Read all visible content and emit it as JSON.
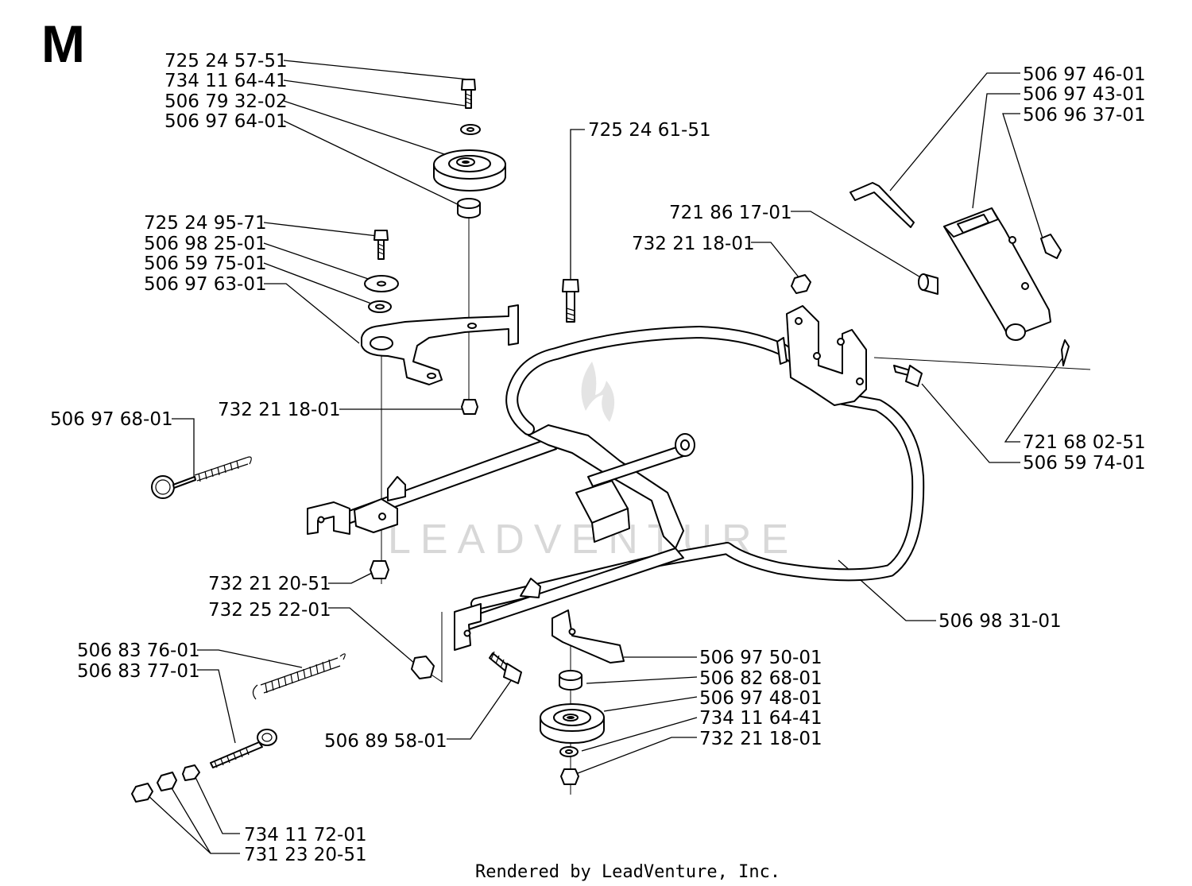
{
  "section_letter": "M",
  "footer_text": "Rendered by LeadVenture, Inc.",
  "watermark_text": "LEADVENTURE",
  "colors": {
    "ink": "#000000",
    "paper": "#ffffff",
    "watermark": "#d8d8d8"
  },
  "parts": [
    "725 24 57-51",
    "734 11 64-41",
    "506 79 32-02",
    "506 97 64-01",
    "725 24 61-51",
    "506 97 46-01",
    "506 97 43-01",
    "506 96 37-01",
    "721 86 17-01",
    "732 21 18-01",
    "725 24 95-71",
    "506 98 25-01",
    "506 59 75-01",
    "506 97 63-01",
    "732 21 18-01",
    "506 97 68-01",
    "721 68 02-51",
    "506 59 74-01",
    "732 21 20-51",
    "732 25 22-01",
    "506 98 31-01",
    "506 83 76-01",
    "506 83 77-01",
    "506 97 50-01",
    "506 82 68-01",
    "506 97 48-01",
    "734 11 64-41",
    "732 21 18-01",
    "506 89 58-01",
    "734 11 72-01",
    "731 23 20-51"
  ]
}
